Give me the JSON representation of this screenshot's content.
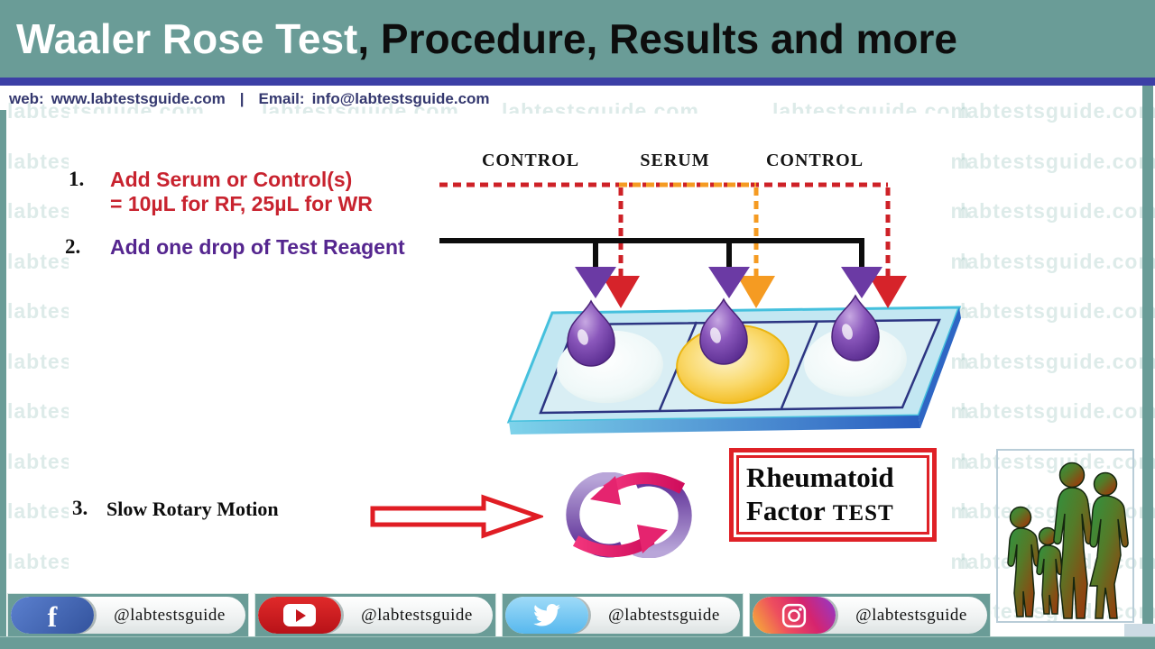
{
  "header": {
    "title_highlight": "Waaler Rose Test",
    "title_rest": ", Procedure, Results and more"
  },
  "contact_bar": {
    "web_label": "web:",
    "web_url": "www.labtestsguide.com",
    "separator": "|",
    "email_label": "Email:",
    "email": "info@labtestsguide.com"
  },
  "watermark": {
    "text": "labtestsguide.com"
  },
  "steps": [
    {
      "num": "1.",
      "line1": "Add Serum or Control(s)",
      "line2": "= 10µL for RF, 25µL for WR",
      "color": "#c8232f"
    },
    {
      "num": "2.",
      "line1": "Add one drop of Test Reagent",
      "color": "#55268f"
    },
    {
      "num": "3.",
      "line1": "Slow Rotary Motion",
      "color": "#0d0d0d"
    }
  ],
  "diagram": {
    "labels": [
      "CONTROL",
      "SERUM",
      "CONTROL"
    ]
  },
  "result_box": {
    "line1": "Rheumatoid",
    "line2_main": "Factor",
    "line2_small": "TEST"
  },
  "social": {
    "items": [
      {
        "name": "Facebook",
        "handle": "@labtestsguide",
        "color": "#3b5998"
      },
      {
        "name": "YouTube",
        "handle": "@labtestsguide",
        "color": "#cc181e"
      },
      {
        "name": "Twitter",
        "handle": "@labtestsguide",
        "color": "#55acee"
      },
      {
        "name": "Instagram",
        "handle": "@labtestsguide",
        "color": "#d6249f"
      }
    ]
  },
  "icons": {
    "facebook_glyph": "f"
  },
  "colors": {
    "header_bg": "#6a9c97",
    "divider_blue": "#3c3fa6",
    "contact_text": "#34386f",
    "step1_red": "#c8232f",
    "step2_purple": "#55268f",
    "dashed_red": "#ce2127",
    "dashed_orange": "#f59b22",
    "arrow_purple": "#6b3aa4",
    "result_border_red": "#df2127",
    "teal_frame": "#6a9c97"
  }
}
